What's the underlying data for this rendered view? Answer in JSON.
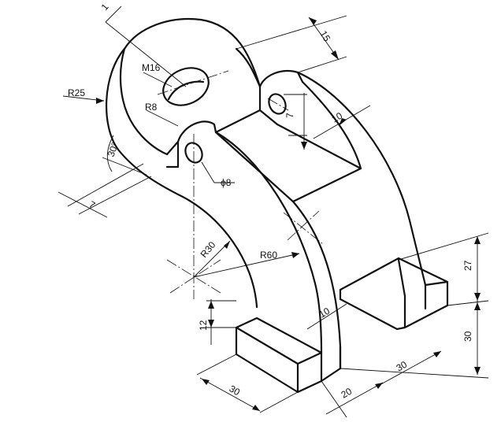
{
  "drawing": {
    "labels": {
      "d1": "1",
      "d15": "15",
      "m16": "M16",
      "r25": "R25",
      "r8": "R8",
      "d7_top": "7",
      "d10_top": "10",
      "a30": "30°",
      "phi8": "ϕ8",
      "d7_left": "7",
      "r30": "R30",
      "r60": "R60",
      "d27": "27",
      "d12": "12",
      "d10_bot": "10",
      "d30_right": "30",
      "d30_front": "30",
      "d30_base": "30",
      "d20": "20"
    }
  }
}
